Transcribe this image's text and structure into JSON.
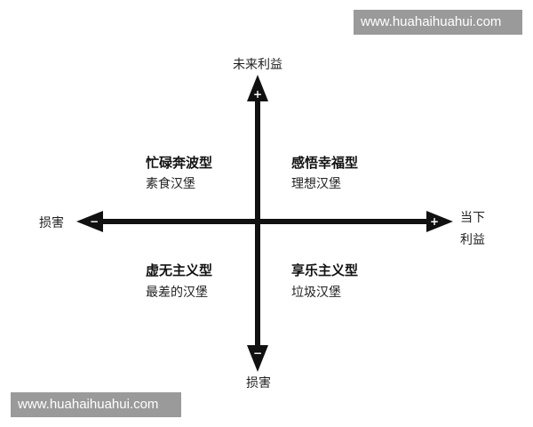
{
  "watermark": {
    "top": "www.huahaihuahui.com",
    "bottom": "www.huahaihuahui.com"
  },
  "axes": {
    "top_label": "未来利益",
    "bottom_label": "损害",
    "left_label": "损害",
    "right_label_line1": "当下",
    "right_label_line2": "利益",
    "top_sign": "+",
    "bottom_sign": "−",
    "left_sign": "−",
    "right_sign": "+"
  },
  "quadrants": {
    "top_left": {
      "title": "忙碌奔波型",
      "subtitle": "素食汉堡"
    },
    "top_right": {
      "title": "感悟幸福型",
      "subtitle": "理想汉堡"
    },
    "bottom_left": {
      "title": "虚无主义型",
      "subtitle": "最差的汉堡"
    },
    "bottom_right": {
      "title": "享乐主义型",
      "subtitle": "垃圾汉堡"
    }
  },
  "colors": {
    "axis": "#111111",
    "watermark_bg": "#9a9a9a",
    "watermark_text": "#ffffff"
  }
}
